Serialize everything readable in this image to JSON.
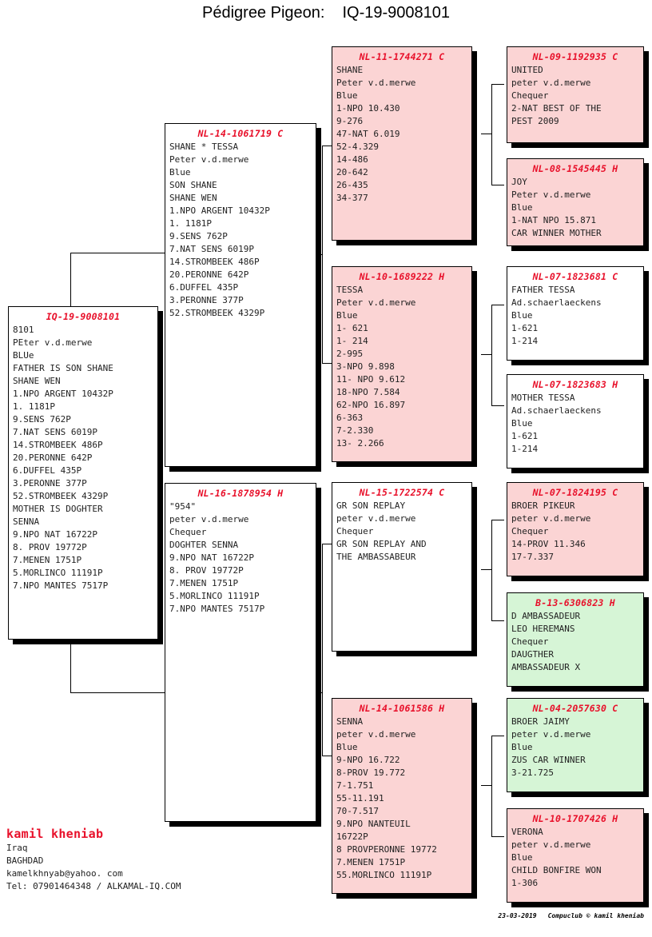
{
  "title": {
    "label": "Pédigree Pigeon:",
    "id": "IQ-19-9008101"
  },
  "subject": {
    "ring": "IQ-19-9008101",
    "lines": [
      "8101",
      "PEter v.d.merwe",
      "BLUe",
      "FATHER IS SON SHANE",
      "SHANE WEN",
      "1.NPO ARGENT 10432P",
      "1. 1181P",
      "9.SENS 762P",
      "7.NAT SENS 6019P",
      "14.STROMBEEK 486P",
      "20.PERONNE 642P",
      "6.DUFFEL 435P",
      "3.PERONNE 377P",
      "52.STROMBEEK 4329P",
      "MOTHER IS DOGHTER",
      "SENNA",
      "9.NPO NAT 16722P",
      "8. PROV 19772P",
      "7.MENEN 1751P",
      "5.MORLINCO 11191P",
      "7.NPO MANTES 7517P"
    ]
  },
  "father": {
    "ring": "NL-14-1061719 C",
    "lines": [
      "SHANE * TESSA",
      "Peter v.d.merwe",
      "Blue",
      "SON SHANE",
      "SHANE WEN",
      "1.NPO ARGENT 10432P",
      "1. 1181P",
      "9.SENS 762P",
      "7.NAT SENS 6019P",
      "14.STROMBEEK 486P",
      "20.PERONNE 642P",
      "6.DUFFEL 435P",
      "3.PERONNE 377P",
      "52.STROMBEEK 4329P"
    ]
  },
  "mother": {
    "ring": "NL-16-1878954 H",
    "lines": [
      "\"954\"",
      "peter v.d.merwe",
      "Chequer",
      "DOGHTER SENNA",
      "9.NPO NAT 16722P",
      "8. PROV 19772P",
      "7.MENEN 1751P",
      "5.MORLINCO 11191P",
      "7.NPO MANTES 7517P"
    ]
  },
  "ff": {
    "ring": "NL-11-1744271 C",
    "lines": [
      "SHANE",
      "Peter v.d.merwe",
      "Blue",
      "1-NPO 10.430",
      "9-276",
      "47-NAT 6.019",
      "52-4.329",
      "14-486",
      "20-642",
      "26-435",
      "34-377"
    ]
  },
  "fm": {
    "ring": "NL-10-1689222 H",
    "lines": [
      "TESSA",
      "Peter v.d.merwe",
      "Blue",
      "1- 621",
      "1- 214",
      "2-995",
      "3-NPO 9.898",
      "11- NPO 9.612",
      "18-NPO 7.584",
      "62-NPO 16.897",
      "6-363",
      "7-2.330",
      "13- 2.266"
    ]
  },
  "mf": {
    "ring": "NL-15-1722574 C",
    "lines": [
      "GR SON REPLAY",
      "peter v.d.merwe",
      "Chequer",
      "GR SON REPLAY AND",
      "THE AMBASSABEUR"
    ]
  },
  "mm": {
    "ring": "NL-14-1061586 H",
    "lines": [
      "SENNA",
      "peter v.d.merwe",
      "Blue",
      "9-NPO 16.722",
      "8-PROV 19.772",
      "7-1.751",
      "55-11.191",
      "70-7.517",
      "9.NPO NANTEUIL",
      "16722P",
      "8 PROVPERONNE 19772",
      "7.MENEN 1751P",
      "55.MORLINCO 11191P"
    ]
  },
  "fff": {
    "ring": "NL-09-1192935 C",
    "lines": [
      "UNITED",
      "peter v.d.merwe",
      "Chequer",
      "2-NAT BEST OF THE",
      "PEST 2009"
    ]
  },
  "ffm": {
    "ring": "NL-08-1545445 H",
    "lines": [
      "JOY",
      "Peter v.d.merwe",
      "Blue",
      "1-NAT NPO 15.871",
      "CAR WINNER MOTHER"
    ]
  },
  "fmf": {
    "ring": "NL-07-1823681 C",
    "lines": [
      "FATHER TESSA",
      "Ad.schaerlaeckens",
      "Blue",
      "1-621",
      "1-214"
    ]
  },
  "fmm": {
    "ring": "NL-07-1823683 H",
    "lines": [
      "MOTHER TESSA",
      "Ad.schaerlaeckens",
      "Blue",
      "1-621",
      "1-214"
    ]
  },
  "mff": {
    "ring": "NL-07-1824195 C",
    "lines": [
      "BROER PIKEUR",
      "peter v.d.merwe",
      "Chequer",
      "14-PROV 11.346",
      "17-7.337"
    ]
  },
  "mfm": {
    "ring": "B-13-6306823 H",
    "lines": [
      "D AMBASSADEUR",
      "LEO HEREMANS",
      "Chequer",
      "DAUGTHER",
      "AMBASSADEUR X"
    ]
  },
  "mmf": {
    "ring": "NL-04-2057630 C",
    "lines": [
      "BROER JAIMY",
      "peter v.d.merwe",
      "Blue",
      "ZUS CAR WINNER",
      "3-21.725"
    ]
  },
  "mmm": {
    "ring": "NL-10-1707426 H",
    "lines": [
      "VERONA",
      "peter v.d.merwe",
      "Blue",
      "CHILD BONFIRE WON",
      "1-306"
    ]
  },
  "breeder": {
    "name": "kamil kheniab",
    "lines": [
      "Iraq",
      "BAGHDAD",
      "kamelkhnyab@yahoo. com",
      "Tel: 07901464348 / ALKAMAL-IQ.COM"
    ]
  },
  "footer": {
    "date": "23-03-2019",
    "credit": "Compuclub © kamil kheniab"
  },
  "colors": {
    "ring_red": "#e8102a",
    "pink": "#fbd4d4",
    "green": "#d6f5d6",
    "white": "#ffffff"
  }
}
